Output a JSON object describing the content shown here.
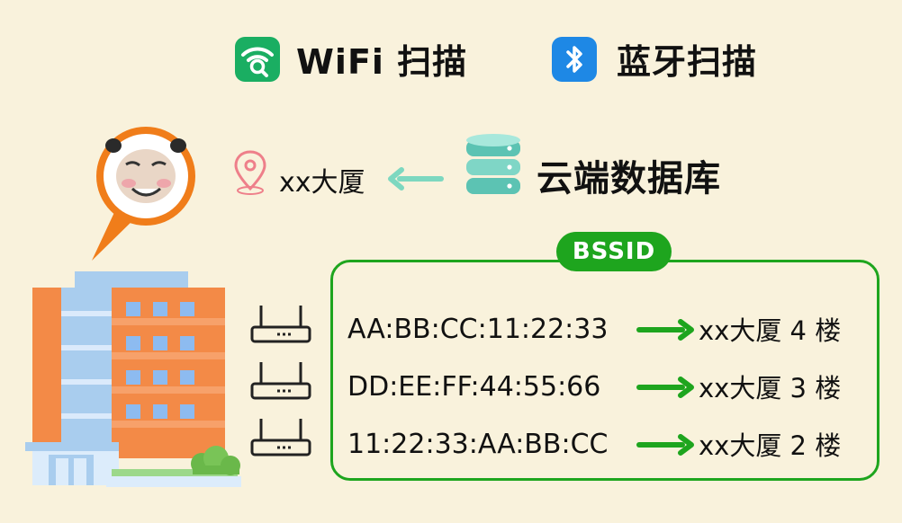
{
  "header": {
    "wifi_label": "WiFi 扫描",
    "bt_label": "蓝牙扫描",
    "wifi_icon": "wifi-search-icon",
    "bt_icon": "bluetooth-icon",
    "wifi_color": "#1aae62",
    "bt_color": "#1e88e5"
  },
  "location": {
    "label": "xx大厦",
    "icon": "location-pin-icon"
  },
  "cloud": {
    "label": "云端数据库",
    "icon": "database-icon"
  },
  "bssid": {
    "tag": "BSSID",
    "accent": "#1ea51e",
    "rows": [
      {
        "mac": "AA:BB:CC:11:22:33",
        "dest": "xx大厦 4 楼"
      },
      {
        "mac": "DD:EE:FF:44:55:66",
        "dest": "xx大厦 3 楼"
      },
      {
        "mac": "11:22:33:AA:BB:CC",
        "dest": "xx大厦 2 楼"
      }
    ]
  }
}
